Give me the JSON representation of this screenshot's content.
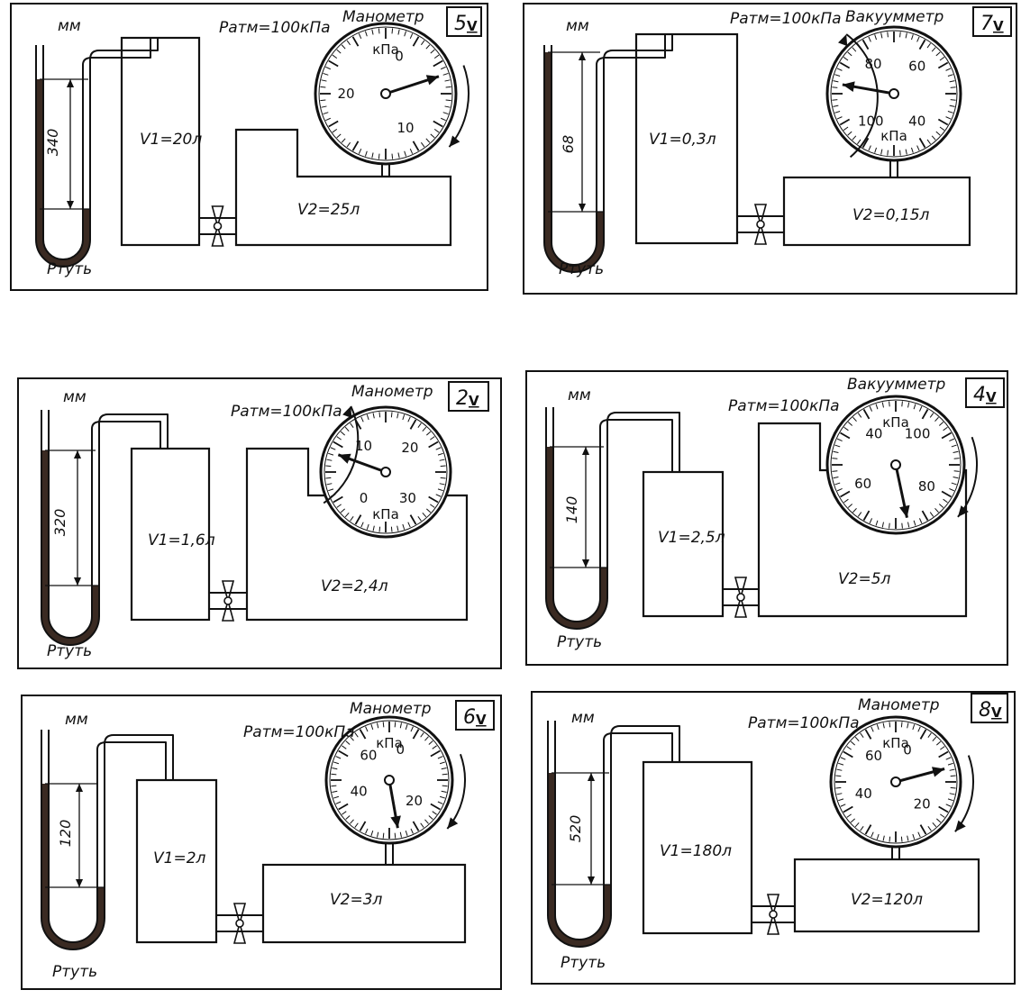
{
  "panels": [
    {
      "variant": "5",
      "variant_roman": "V",
      "gauge_type": "Манометр",
      "gauge_unit": "кПа",
      "gauge_scale": [
        "20",
        "0",
        "10"
      ],
      "atm_pressure": "Pатм=100кПа",
      "mercury_height": "340",
      "height_unit": "мм",
      "liquid": "Ртуть",
      "v1": "V1=20л",
      "v2": "V2=25л"
    },
    {
      "variant": "7",
      "variant_roman": "V",
      "gauge_type": "Вакуумметр",
      "gauge_unit": "кПа",
      "gauge_scale": [
        "80",
        "60",
        "100",
        "40"
      ],
      "atm_pressure": "Pатм=100кПа",
      "mercury_height": "68",
      "height_unit": "мм",
      "liquid": "Ртуть",
      "v1": "V1=0,3л",
      "v2": "V2=0,15л"
    },
    {
      "variant": "2",
      "variant_roman": "V",
      "gauge_type": "Манометр",
      "gauge_unit": "кПа",
      "gauge_scale": [
        "10",
        "20",
        "0",
        "30"
      ],
      "atm_pressure": "Pатм=100кПа",
      "mercury_height": "320",
      "height_unit": "мм",
      "liquid": "Ртуть",
      "v1": "V1=1,6л",
      "v2": "V2=2,4л"
    },
    {
      "variant": "4",
      "variant_roman": "V",
      "gauge_type": "Вакуумметр",
      "gauge_unit": "кПа",
      "gauge_scale": [
        "40",
        "100",
        "60",
        "80"
      ],
      "atm_pressure": "Pатм=100кПа",
      "mercury_height": "140",
      "height_unit": "мм",
      "liquid": "Ртуть",
      "v1": "V1=2,5л",
      "v2": "V2=5л"
    },
    {
      "variant": "6",
      "variant_roman": "V",
      "gauge_type": "Манометр",
      "gauge_unit": "кПа",
      "gauge_scale": [
        "60",
        "0",
        "40",
        "20"
      ],
      "atm_pressure": "Pатм=100кПа",
      "mercury_height": "120",
      "height_unit": "мм",
      "liquid": "Ртуть",
      "v1": "V1=2л",
      "v2": "V2=3л"
    },
    {
      "variant": "8",
      "variant_roman": "V",
      "gauge_type": "Манометр",
      "gauge_unit": "кПа",
      "gauge_scale": [
        "60",
        "0",
        "40",
        "20"
      ],
      "atm_pressure": "Pатм=100кПа",
      "mercury_height": "520",
      "height_unit": "мм",
      "liquid": "Ртуть",
      "v1": "V1=180л",
      "v2": "V2=120л"
    }
  ],
  "colors": {
    "ink": "#111111",
    "mercury": "#3a2a22",
    "paper": "#ffffff"
  }
}
